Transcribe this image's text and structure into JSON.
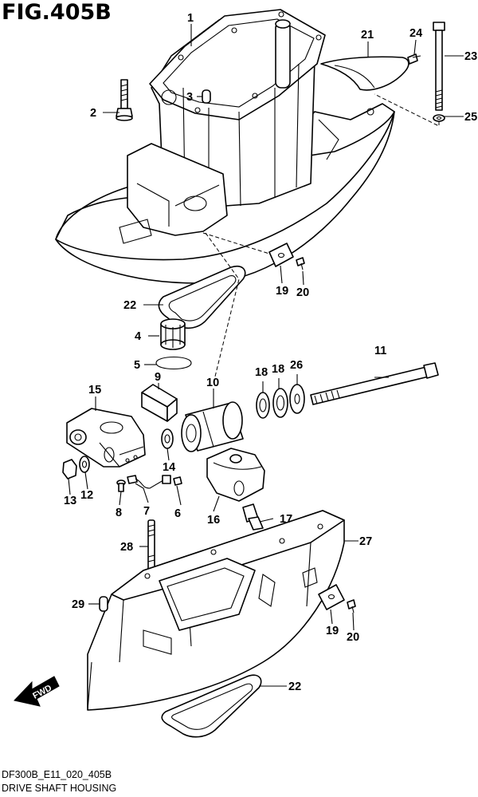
{
  "figure": {
    "title": "FIG.405B",
    "model_code": "DF300B_E11_020_405B",
    "name": "DRIVE SHAFT HOUSING",
    "direction_label": "FWD"
  },
  "callouts": [
    {
      "id": "c1",
      "label": "1"
    },
    {
      "id": "c2",
      "label": "2"
    },
    {
      "id": "c3",
      "label": "3"
    },
    {
      "id": "c4",
      "label": "4"
    },
    {
      "id": "c5",
      "label": "5"
    },
    {
      "id": "c6",
      "label": "6"
    },
    {
      "id": "c7",
      "label": "7"
    },
    {
      "id": "c8",
      "label": "8"
    },
    {
      "id": "c9",
      "label": "9"
    },
    {
      "id": "c10",
      "label": "10"
    },
    {
      "id": "c11",
      "label": "11"
    },
    {
      "id": "c12",
      "label": "12"
    },
    {
      "id": "c13",
      "label": "13"
    },
    {
      "id": "c14",
      "label": "14"
    },
    {
      "id": "c15",
      "label": "15"
    },
    {
      "id": "c16",
      "label": "16"
    },
    {
      "id": "c17",
      "label": "17"
    },
    {
      "id": "c18a",
      "label": "18"
    },
    {
      "id": "c18b",
      "label": "18"
    },
    {
      "id": "c19a",
      "label": "19"
    },
    {
      "id": "c19b",
      "label": "19"
    },
    {
      "id": "c20a",
      "label": "20"
    },
    {
      "id": "c20b",
      "label": "20"
    },
    {
      "id": "c21",
      "label": "21"
    },
    {
      "id": "c22a",
      "label": "22"
    },
    {
      "id": "c22b",
      "label": "22"
    },
    {
      "id": "c23",
      "label": "23"
    },
    {
      "id": "c24",
      "label": "24"
    },
    {
      "id": "c25",
      "label": "25"
    },
    {
      "id": "c26",
      "label": "26"
    },
    {
      "id": "c27",
      "label": "27"
    },
    {
      "id": "c28",
      "label": "28"
    },
    {
      "id": "c29",
      "label": "29"
    }
  ]
}
